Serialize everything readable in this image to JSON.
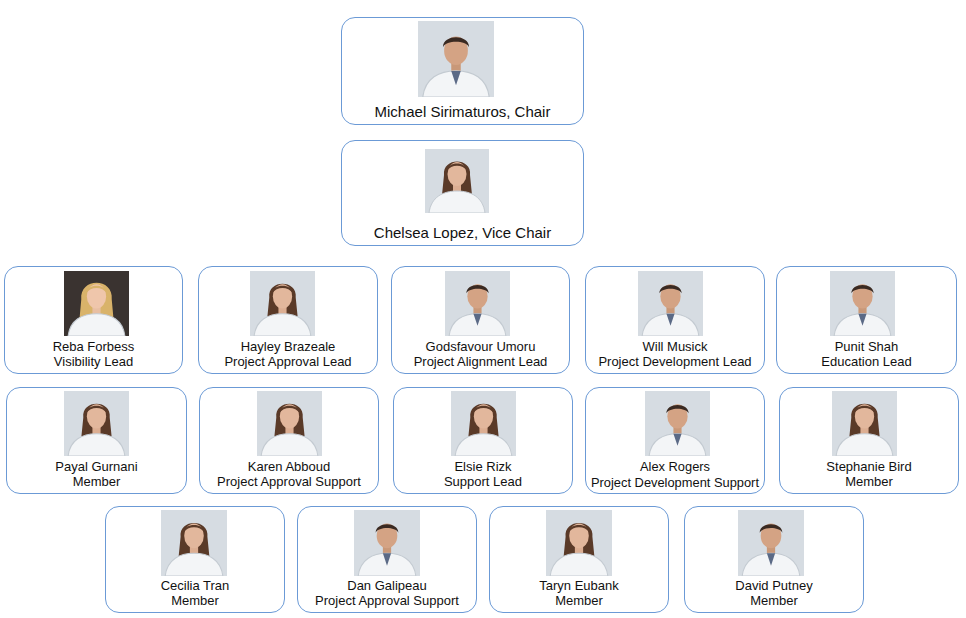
{
  "diagram": {
    "nodes": [
      {
        "text": [
          "Michael Sirimaturos, Chair"
        ]
      },
      {
        "text": [
          "Chelsea Lopez, Vice Chair"
        ]
      },
      {
        "text": [
          "Reba Forbess",
          "Visibility Lead"
        ]
      },
      {
        "text": [
          "Hayley Brazeale",
          "Project Approval Lead"
        ]
      },
      {
        "text": [
          "Godsfavour Umoru",
          "Project Alignment Lead"
        ]
      },
      {
        "text": [
          "Will Musick",
          "Project Development Lead"
        ]
      },
      {
        "text": [
          "Punit Shah",
          "Education Lead"
        ]
      },
      {
        "text": [
          "Payal Gurnani",
          "Member"
        ]
      },
      {
        "text": [
          "Karen Abboud",
          "Project Approval Support"
        ]
      },
      {
        "text": [
          "Elsie Rizk",
          "Support Lead"
        ]
      },
      {
        "text": [
          "Alex Rogers",
          "Project Development Support"
        ]
      },
      {
        "text": [
          "Stephanie Bird",
          "Member"
        ]
      },
      {
        "text": [
          "Cecilia Tran",
          "Member"
        ]
      },
      {
        "text": [
          "Dan Galipeau",
          "Project Approval Support"
        ]
      },
      {
        "text": [
          "Taryn Eubank",
          "Member"
        ]
      },
      {
        "text": [
          "David Putney",
          "Member"
        ]
      }
    ]
  }
}
